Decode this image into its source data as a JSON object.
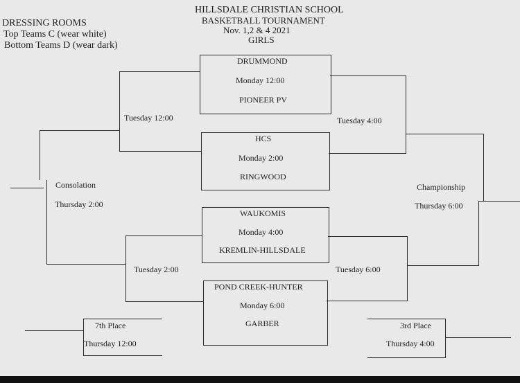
{
  "header": {
    "school": "HILLSDALE CHRISTIAN SCHOOL",
    "event": "BASKETBALL TOURNAMENT",
    "dates": "Nov. 1,2 & 4  2021",
    "division": "GIRLS"
  },
  "dressing_rooms": {
    "title": "DRESSING ROOMS",
    "top": "Top Teams C (wear white)",
    "bottom": "Bottom Teams D (wear dark)"
  },
  "monday_games": [
    {
      "top_team": "DRUMMOND",
      "time": "Monday  12:00",
      "bottom_team": "PIONEER PV"
    },
    {
      "top_team": "HCS",
      "time": "Monday  2:00",
      "bottom_team": "RINGWOOD"
    },
    {
      "top_team": "WAUKOMIS",
      "time": "Monday  4:00",
      "bottom_team": "KREMLIN-HILLSDALE"
    },
    {
      "top_team": "POND CREEK-HUNTER",
      "time": "Monday  6:00",
      "bottom_team": "GARBER"
    }
  ],
  "tuesday_games": {
    "left_top": "Tuesday  12:00",
    "left_bottom": "Tuesday  2:00",
    "right_top": "Tuesday  4:00",
    "right_bottom": "Tuesday  6:00"
  },
  "consolation": {
    "label": "Consolation",
    "time": "Thursday  2:00"
  },
  "championship": {
    "label": "Championship",
    "time": "Thursday  6:00"
  },
  "seventh_place": {
    "label": "7th Place",
    "time": "Thursday  12:00"
  },
  "third_place": {
    "label": "3rd Place",
    "time": "Thursday  4:00"
  }
}
